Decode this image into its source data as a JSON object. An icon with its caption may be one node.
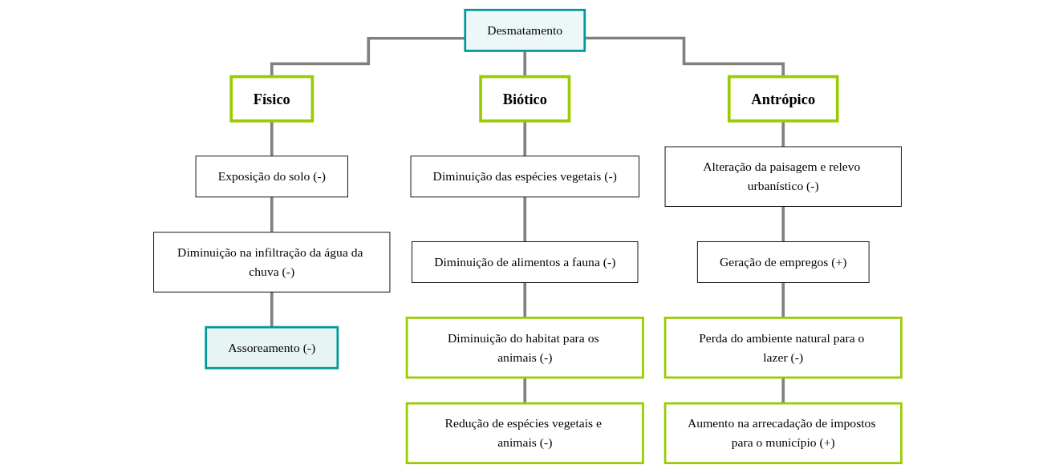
{
  "diagram": {
    "nodes": [
      {
        "text": [
          "Desmatamento"
        ]
      },
      {
        "text": [
          "Físico"
        ]
      },
      {
        "text": [
          "Biótico"
        ]
      },
      {
        "text": [
          "Antrópico"
        ]
      },
      {
        "text": [
          "Exposição do solo (-)"
        ]
      },
      {
        "text": [
          "Diminuição na infiltração da água da chuva (-)"
        ]
      },
      {
        "text": [
          "Assoreamento (-)"
        ]
      },
      {
        "text": [
          "Diminuição das espécies vegetais (-)"
        ]
      },
      {
        "text": [
          "Diminuição de alimentos a fauna (-)"
        ]
      },
      {
        "text": [
          "Diminuição do habitat para os animais (-)"
        ]
      },
      {
        "text": [
          "Redução de espécies vegetais e animais (-)"
        ]
      },
      {
        "text": [
          "Alteração da paisagem e relevo urbanístico (-)"
        ]
      },
      {
        "text": [
          "Geração de empregos (+)"
        ]
      },
      {
        "text": [
          "Perda do ambiente natural para o lazer (-)"
        ]
      },
      {
        "text": [
          "Aumento na arrecadação de impostos para o município (+)"
        ]
      }
    ],
    "edges": [
      {
        "from": 0,
        "to": 1,
        "arrow": "none"
      },
      {
        "from": 0,
        "to": 2,
        "arrow": "none"
      },
      {
        "from": 0,
        "to": 3,
        "arrow": "none"
      },
      {
        "from": 1,
        "to": 4,
        "arrow": "none"
      },
      {
        "from": 4,
        "to": 5,
        "arrow": "none"
      },
      {
        "from": 5,
        "to": 6,
        "arrow": "none"
      },
      {
        "from": 2,
        "to": 7,
        "arrow": "none"
      },
      {
        "from": 7,
        "to": 8,
        "arrow": "none"
      },
      {
        "from": 8,
        "to": 9,
        "arrow": "none"
      },
      {
        "from": 9,
        "to": 10,
        "arrow": "none"
      },
      {
        "from": 3,
        "to": 11,
        "arrow": "none"
      },
      {
        "from": 11,
        "to": 12,
        "arrow": "none"
      },
      {
        "from": 12,
        "to": 13,
        "arrow": "none"
      },
      {
        "from": 13,
        "to": 14,
        "arrow": "none"
      }
    ]
  }
}
